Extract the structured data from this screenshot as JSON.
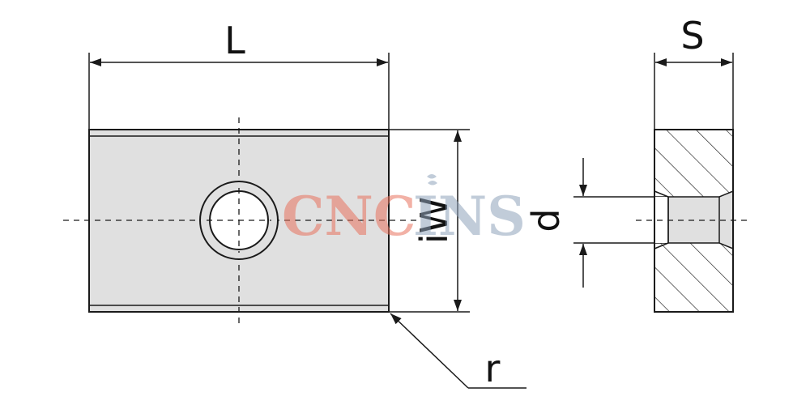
{
  "labels": {
    "length": "L",
    "width": "iW",
    "thickness": "S",
    "hole_diameter": "d",
    "radius": "r"
  },
  "watermark": {
    "part1": "CNC",
    "part2": "INS",
    "color1": "#e8735e",
    "color2": "#8fa3bb"
  },
  "colors": {
    "line": "#1a1a1a",
    "fill": "#e0e0e0",
    "background": "#ffffff"
  }
}
